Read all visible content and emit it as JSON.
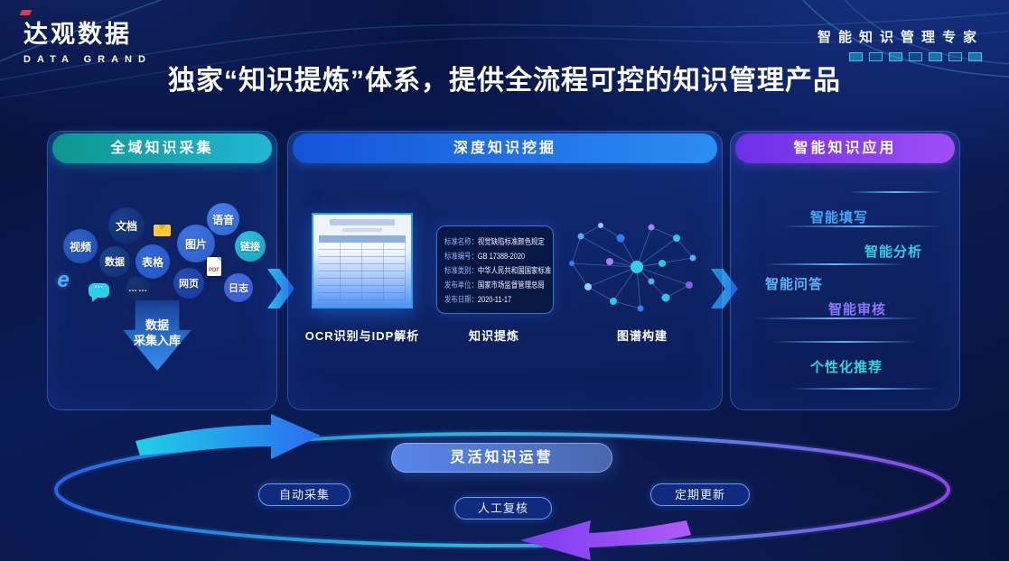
{
  "header": {
    "logo_cn": "达观数据",
    "logo_en": "DATA GRAND",
    "tagline": "智能知识管理专家"
  },
  "title": "独家“知识提炼”体系，提供全流程可控的知识管理产品",
  "collect": {
    "header": "全域知识采集",
    "bubbles": [
      "文档",
      "语音",
      "视频",
      "图片",
      "链接",
      "数据",
      "表格",
      "网页",
      "日志",
      "……"
    ],
    "icons": [
      "mail-icon",
      "pdf-icon",
      "browser-icon",
      "chat-icon"
    ],
    "arrow_line1": "数据",
    "arrow_line2": "采集入库"
  },
  "mining": {
    "header": "深度知识挖掘",
    "labels": [
      "OCR识别与IDP解析",
      "知识提炼",
      "图谱构建"
    ],
    "card": {
      "rows": [
        {
          "k": "标准名称：",
          "v": "视觉缺陷标准颜色规定"
        },
        {
          "k": "标准编号：",
          "v": "GB 17388-2020"
        },
        {
          "k": "标准类别：",
          "v": "中华人民共和国国家标准"
        },
        {
          "k": "发布单位：",
          "v": "国家市场监督管理总局"
        },
        {
          "k": "发布日期：",
          "v": "2020-11-17"
        }
      ]
    }
  },
  "apply": {
    "header": "智能知识应用",
    "items": [
      {
        "label": "智能填写",
        "color": "#3fa9f5"
      },
      {
        "label": "智能分析",
        "color": "#2ed0e8"
      },
      {
        "label": "智能问答",
        "color": "#5ab4f8"
      },
      {
        "label": "智能审核",
        "color": "#8a7bf8"
      },
      {
        "label": "个性化推荐",
        "color": "#2ed8d8"
      }
    ]
  },
  "bottom": {
    "center": "灵活知识运营",
    "pills": [
      "自动采集",
      "人工复核",
      "定期更新"
    ]
  },
  "colors": {
    "background": "#0a1c57",
    "collect_pill": [
      "#0e968e",
      "#21b6d4"
    ],
    "mining_pill": [
      "#1553d6",
      "#2b8df2"
    ],
    "apply_pill": [
      "#6c2fe8",
      "#a04ef5"
    ],
    "loop_blue": "#2a6cf0",
    "loop_purple": "#9a4bf8",
    "logo_accent": "#e63946"
  }
}
